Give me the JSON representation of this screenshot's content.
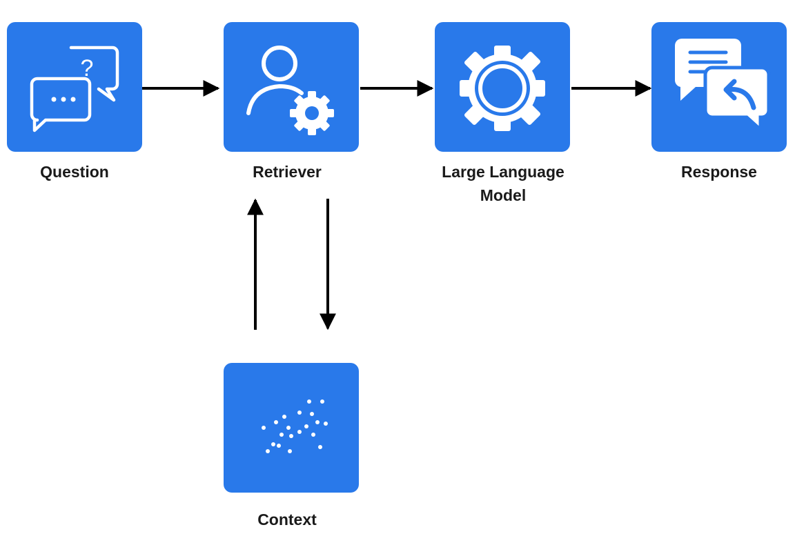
{
  "diagram": {
    "colors": {
      "node_fill": "#2979ea",
      "icon": "#ffffff",
      "arrow": "#000000",
      "label": "#1a1a1a"
    },
    "nodes": [
      {
        "id": "question",
        "label_lines": [
          "Question"
        ],
        "icon": "chat-question-icon"
      },
      {
        "id": "retriever",
        "label_lines": [
          "Retriever"
        ],
        "icon": "user-gear-icon"
      },
      {
        "id": "llm",
        "label_lines": [
          "Large Language",
          "Model"
        ],
        "icon": "gear-icon"
      },
      {
        "id": "response",
        "label_lines": [
          "Response"
        ],
        "icon": "chat-reply-icon"
      },
      {
        "id": "context",
        "label_lines": [
          "Context"
        ],
        "icon": "scatter-points-icon"
      }
    ],
    "edges": [
      {
        "from": "question",
        "to": "retriever"
      },
      {
        "from": "retriever",
        "to": "llm"
      },
      {
        "from": "llm",
        "to": "response"
      },
      {
        "from": "context",
        "to": "retriever"
      },
      {
        "from": "retriever",
        "to": "context"
      }
    ]
  }
}
